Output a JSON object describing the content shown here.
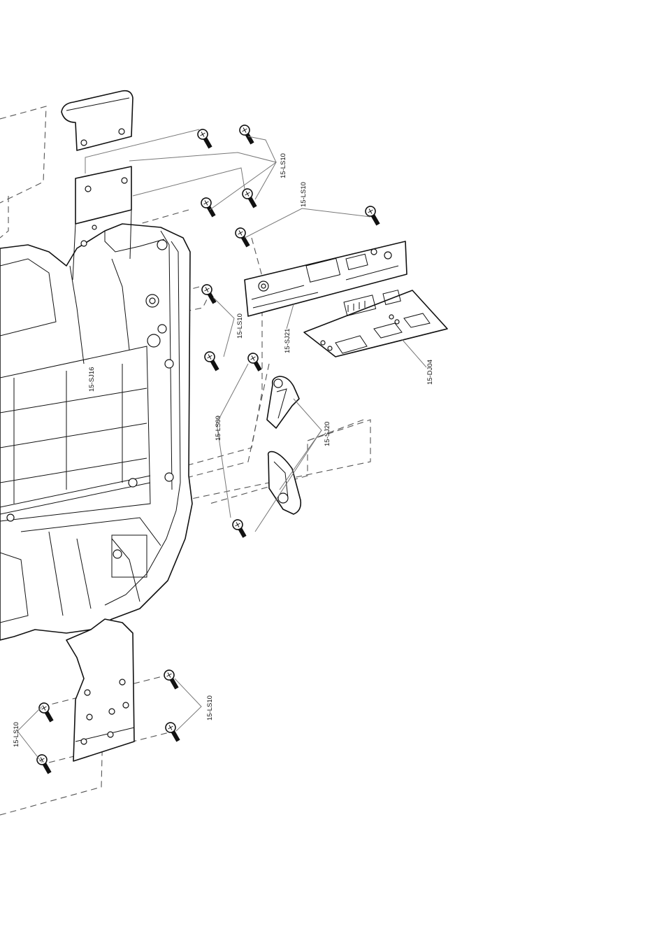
{
  "labels": {
    "ls10_top": "15-LS10",
    "ls10_plate": "15-LS10",
    "ls10_side": "15-LS10",
    "sj21": "15-SJ21",
    "dj04": "15-DJ04",
    "sj16": "15-SJ16",
    "ls09": "15-LS09",
    "sj20": "15-SJ20",
    "ls10_bottom_right": "15-LS10",
    "ls10_bottom_left": "15-LS10"
  }
}
